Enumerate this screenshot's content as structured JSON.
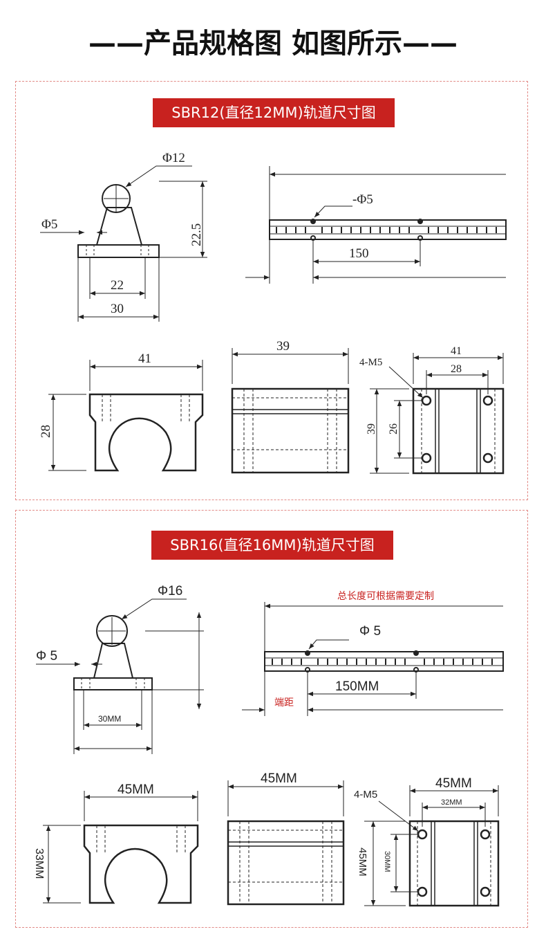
{
  "page_title": "——产品规格图 如图所示——",
  "sections": [
    {
      "banner": "SBR12(直径12MM)轨道尺寸图",
      "support": {
        "diameter": "Φ12",
        "hole": "Φ5",
        "height": "22.5",
        "inner_width": "22",
        "outer_width": "30"
      },
      "rail": {
        "hole": "-Φ5",
        "pitch": "150"
      },
      "block_front": {
        "width": "41",
        "height": "28"
      },
      "block_side": {
        "length": "39"
      },
      "block_top": {
        "bolts": "4-M5",
        "width": "41",
        "bolt_spacing_x": "28",
        "length": "39",
        "bolt_spacing_y": "26"
      }
    },
    {
      "banner": "SBR16(直径16MM)轨道尺寸图",
      "support": {
        "diameter": "Φ16",
        "hole": "Φ 5",
        "inner_width": "30MM"
      },
      "rail": {
        "total_note": "总长度可根据需要定制",
        "hole": "Φ 5",
        "pitch": "150MM",
        "end_note": "端距"
      },
      "block_front": {
        "width": "45MM",
        "height": "33MM"
      },
      "block_side": {
        "length": "45MM"
      },
      "block_top": {
        "bolts": "4-M5",
        "width": "45MM",
        "bolt_spacing_x": "32MM",
        "length": "45MM",
        "bolt_spacing_y": "30MM"
      }
    }
  ]
}
